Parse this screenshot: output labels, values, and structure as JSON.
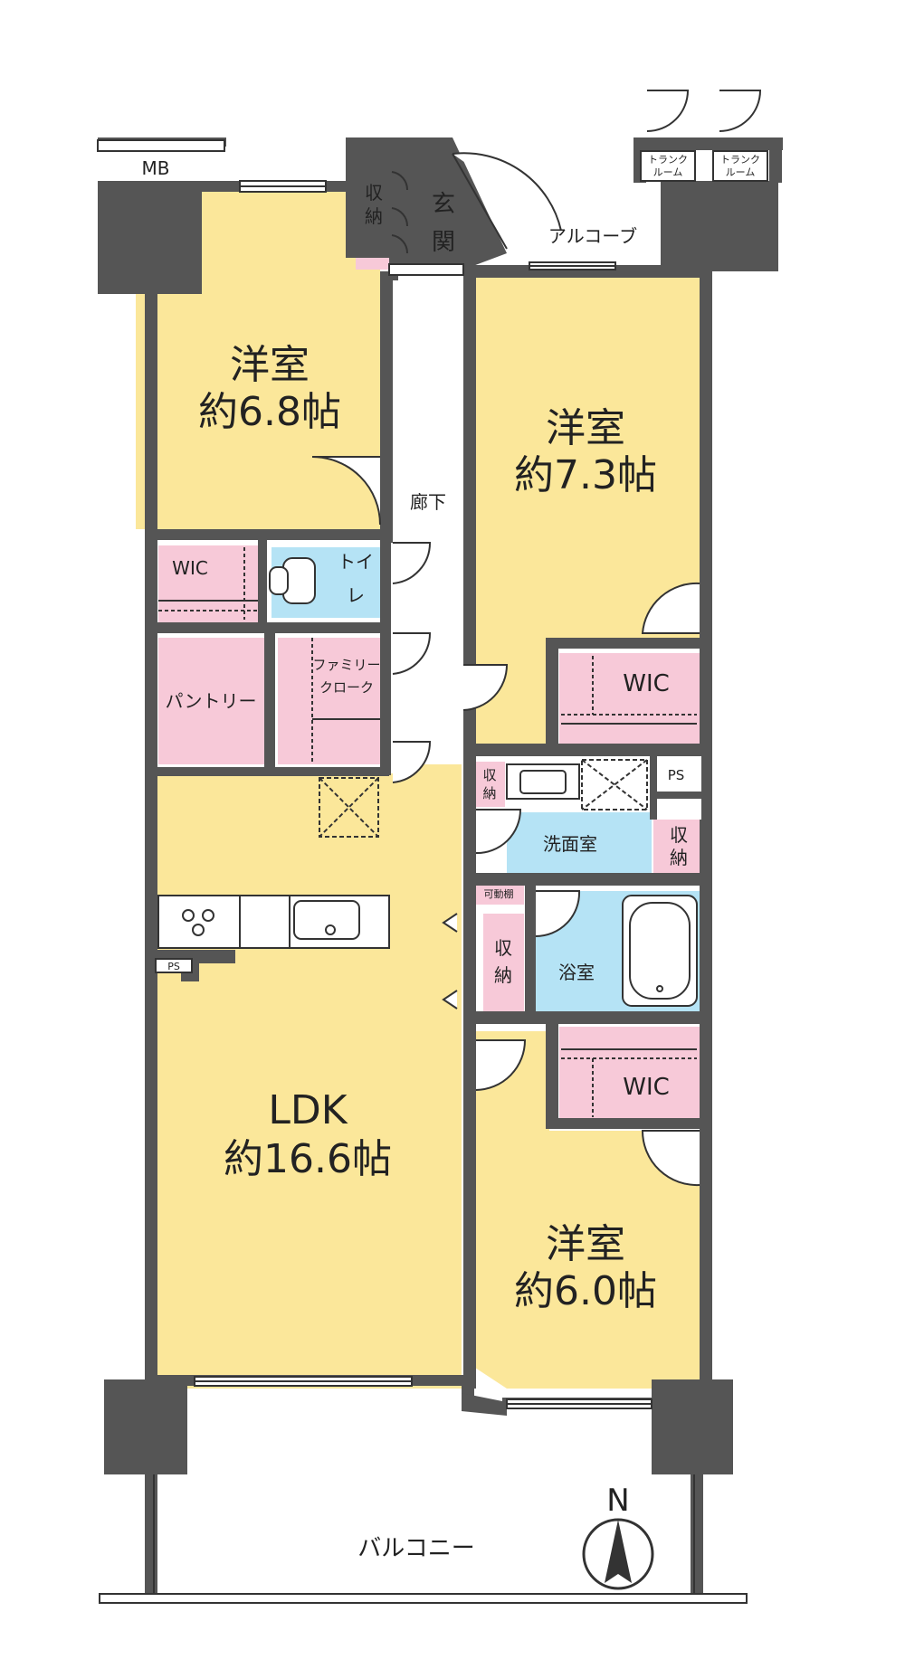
{
  "colors": {
    "wall": "#555555",
    "yellow": "#fbe79a",
    "pink": "#f7c9d8",
    "blue": "#b5e3f5",
    "white": "#ffffff",
    "line": "#333333"
  },
  "rooms": {
    "room1": {
      "name": "洋室",
      "size": "約6.8帖"
    },
    "room2": {
      "name": "洋室",
      "size": "約7.3帖"
    },
    "room3": {
      "name": "洋室",
      "size": "約6.0帖"
    },
    "ldk": {
      "name": "LDK",
      "size": "約16.6帖"
    }
  },
  "labels": {
    "mb": "MB",
    "storage_top_1": "収",
    "storage_top_2": "納",
    "entrance_1": "玄",
    "entrance_2": "関",
    "alcove": "アルコーブ",
    "trunk_1_a": "トランク",
    "trunk_1_b": "ルーム",
    "trunk_2_a": "トランク",
    "trunk_2_b": "ルーム",
    "hallway": "廊下",
    "wic_left": "WIC",
    "wic_right_top": "WIC",
    "wic_right_bottom": "WIC",
    "toilet_1": "トイ",
    "toilet_2": "レ",
    "pantry": "パントリー",
    "family_1": "ファミリー",
    "family_2": "クローク",
    "storage_wash_1": "収",
    "storage_wash_2": "納",
    "ps_right": "PS",
    "washroom": "洗面室",
    "storage_right_1": "収",
    "storage_right_2": "納",
    "movable_shelf": "可動棚",
    "storage_mid_1": "収",
    "storage_mid_2": "納",
    "bathroom": "浴室",
    "ps_kitchen": "PS",
    "balcony": "バルコニー",
    "north": "N"
  }
}
